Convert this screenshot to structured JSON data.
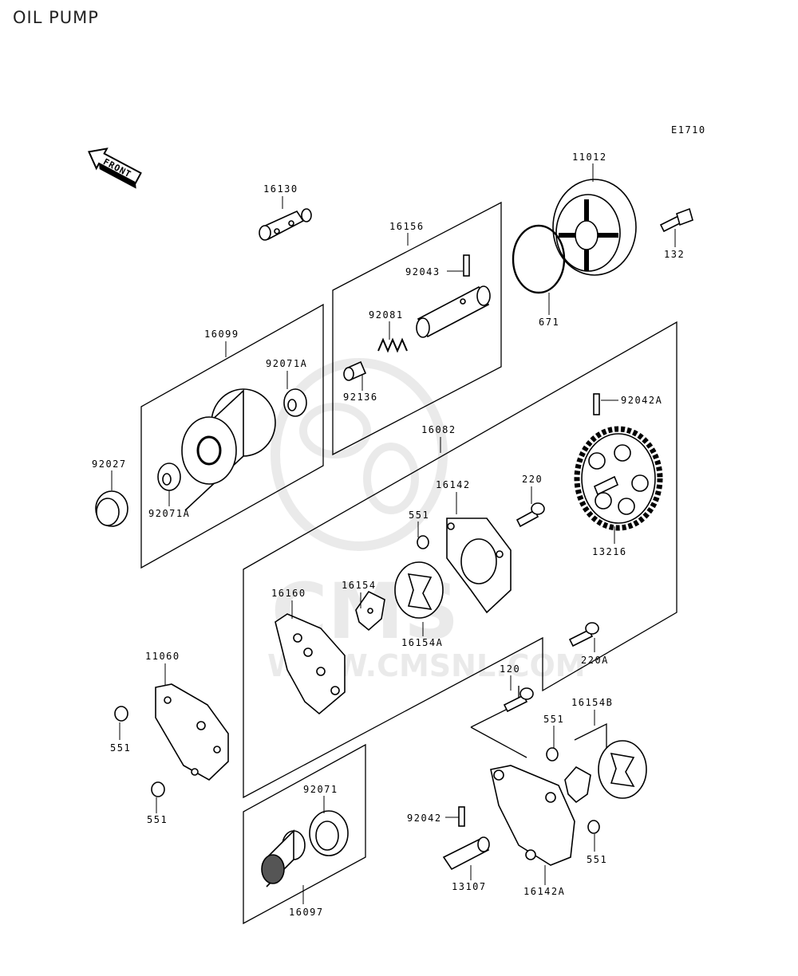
{
  "title": "OIL PUMP",
  "figure_code": "E1710",
  "front_label": "FRONT",
  "watermark": {
    "brand": "CMS",
    "url": "WWW.CMSNL.COM"
  },
  "parts": {
    "p16130": "16130",
    "p16156": "16156",
    "p92043": "92043",
    "p92081": "92081",
    "p92136": "92136",
    "p11012": "11012",
    "p132": "132",
    "p671": "671",
    "p16099": "16099",
    "p92071A_top": "92071A",
    "p92071A_bottom": "92071A",
    "p92027": "92027",
    "p16082": "16082",
    "p92042A": "92042A",
    "p13216": "13216",
    "p220": "220",
    "p16142": "16142",
    "p551_a": "551",
    "p16160": "16160",
    "p16154": "16154",
    "p16154A": "16154A",
    "p11060": "11060",
    "p551_b": "551",
    "p551_c": "551",
    "p220A": "220A",
    "p120": "120",
    "p16154B": "16154B",
    "p551_d": "551",
    "p551_e": "551",
    "p92071": "92071",
    "p16097": "16097",
    "p92042": "92042",
    "p13107": "13107",
    "p16142A": "16142A"
  }
}
